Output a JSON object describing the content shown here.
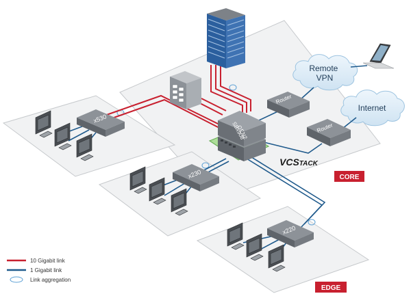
{
  "diagram": {
    "switches": {
      "x530": "x530",
      "x230": "x230",
      "x220": "x220",
      "sbx908": [
        "SBx908",
        "GEN2"
      ]
    },
    "routers": [
      "Router",
      "Router"
    ],
    "clouds": {
      "remote_vpn": [
        "Remote",
        "VPN"
      ],
      "internet": "Internet"
    },
    "vcstack": {
      "main": "VCS",
      "suffix": "TACK"
    },
    "zones": {
      "core": "CORE",
      "edge": "EDGE"
    },
    "legend": [
      {
        "label": "10 Gigabit link",
        "color": "#c8202f",
        "kind": "line"
      },
      {
        "label": "1 Gigabit link",
        "color": "#1f5a8c",
        "kind": "line"
      },
      {
        "label": "Link aggregation",
        "color": "#5a9fd4",
        "kind": "ellipse"
      }
    ]
  },
  "colors": {
    "ten_gig": "#c8202f",
    "one_gig": "#1f5a8c",
    "aggregation": "#5a9fd4",
    "badge": "#c8202f",
    "stack_highlight": "#8fd17a",
    "server_blue": "#2b5f9e"
  }
}
